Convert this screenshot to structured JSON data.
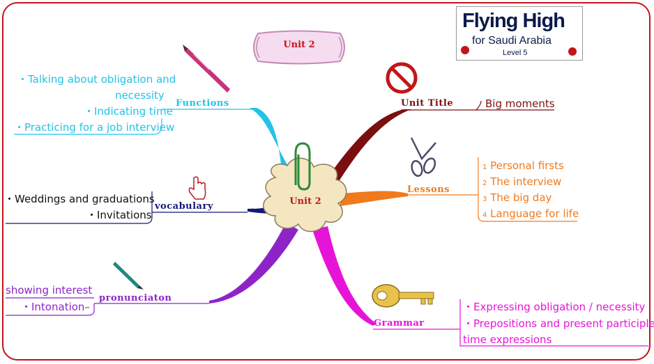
{
  "logo": {
    "line1": "Flying High",
    "line2": "for Saudi Arabia",
    "line3": "Level 5"
  },
  "banner": {
    "label": "Unit 2"
  },
  "center": {
    "label": "Unit 2"
  },
  "colors": {
    "frame": "#c0161a",
    "functions": "#22c3e6",
    "unit_title": "#7a0f0f",
    "lessons": "#f07a1c",
    "vocabulary": "#16167a",
    "pronunciation": "#8e24c8",
    "grammar": "#e614d8"
  },
  "icons": [
    "pen-icon",
    "no-sign-icon",
    "scissors-icon",
    "hand-cursor-icon",
    "pencil-icon",
    "key-icon",
    "paperclip-icon"
  ],
  "branches": {
    "functions": {
      "label": "Functions",
      "items": [
        "・Talking about obligation and",
        "necessity",
        "・Indicating time",
        "・Practicing for a job interview"
      ]
    },
    "unit_title": {
      "label": "Unit Title",
      "value": "Big moments"
    },
    "lessons": {
      "label": "Lessons",
      "items": [
        {
          "num": "1",
          "text": "Personal firsts"
        },
        {
          "num": "2",
          "text": "The interview"
        },
        {
          "num": "3",
          "text": "The big day"
        },
        {
          "num": "4",
          "text": "Language for life"
        }
      ]
    },
    "vocabulary": {
      "label": "vocabulary",
      "items": [
        "・Weddings and graduations",
        "・Invitations"
      ]
    },
    "pronunciation": {
      "label": "pronunciaton",
      "items": [
        "showing interest",
        "・Intonation–"
      ]
    },
    "grammar": {
      "label": "Grammar",
      "items": [
        "・Expressing obligation / necessity",
        "・Prepositions and present participle",
        "time expressions"
      ]
    }
  }
}
